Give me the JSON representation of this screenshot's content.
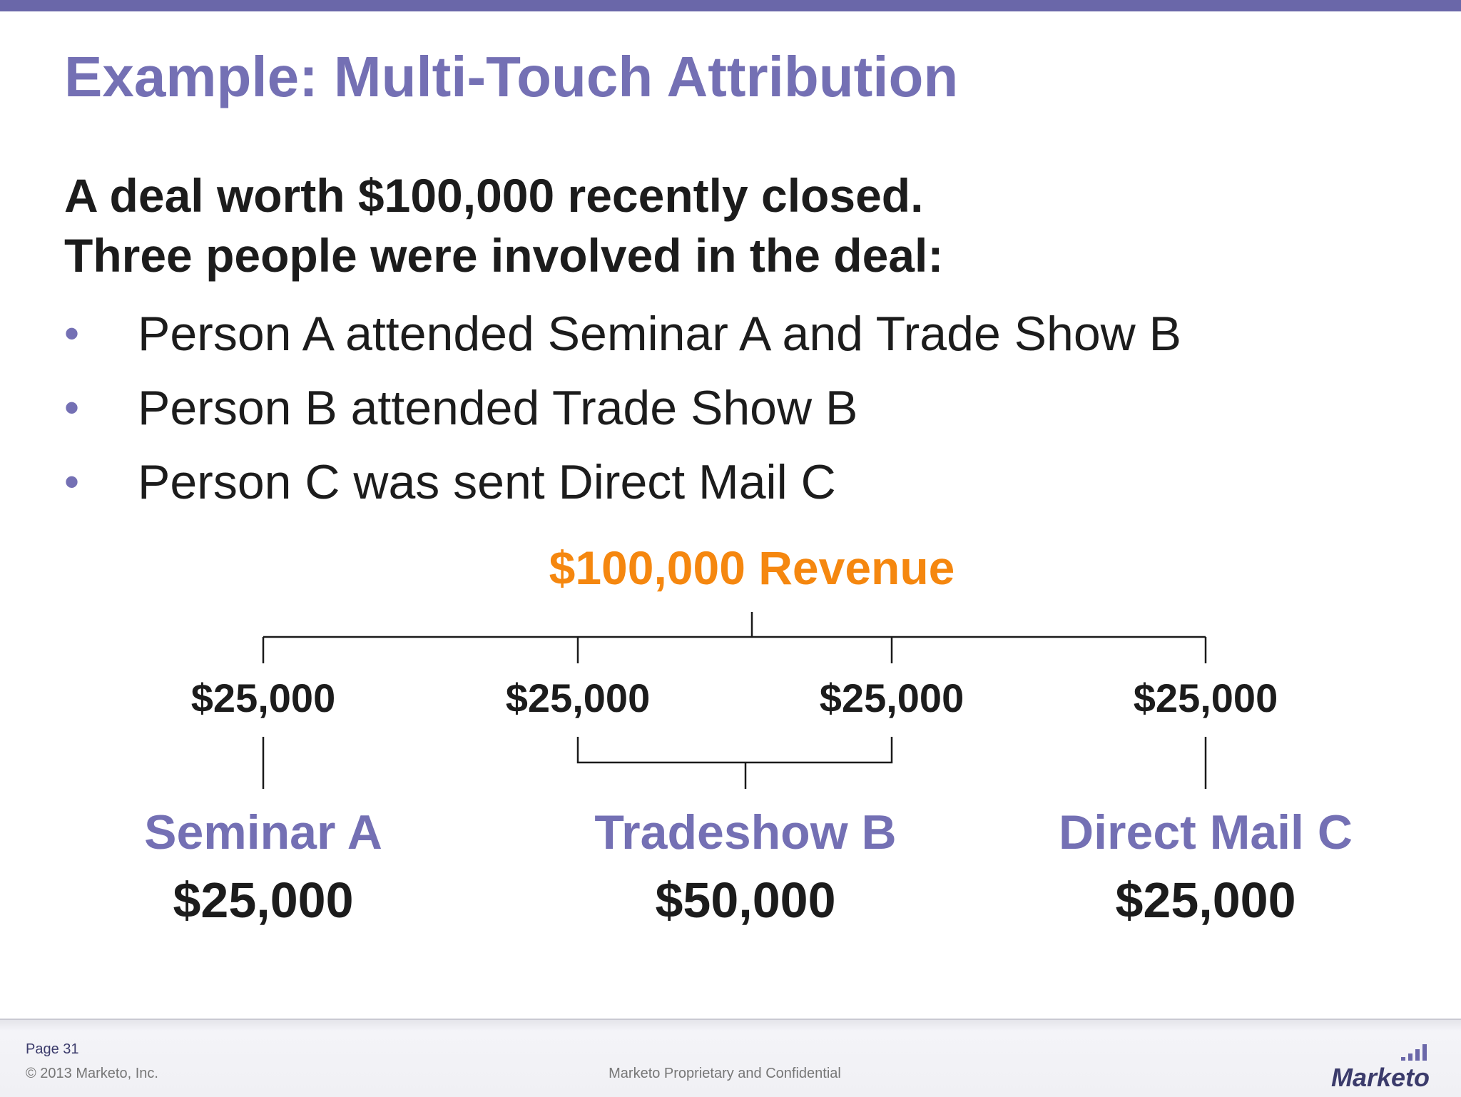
{
  "slide": {
    "title": "Example: Multi-Touch Attribution",
    "intro_line_1": "A deal worth $100,000 recently closed.",
    "intro_line_2": "Three people were involved in the deal:",
    "bullet_symbol": "•",
    "bullets": [
      "Person A attended Seminar A and Trade Show B",
      "Person B attended Trade Show B",
      "Person C was sent Direct Mail C"
    ]
  },
  "diagram": {
    "revenue_label": "$100,000 Revenue",
    "splits": [
      "$25,000",
      "$25,000",
      "$25,000",
      "$25,000"
    ],
    "channels": [
      {
        "name": "Seminar A",
        "value": "$25,000"
      },
      {
        "name": "Tradeshow B",
        "value": "$50,000"
      },
      {
        "name": "Direct Mail C",
        "value": "$25,000"
      }
    ]
  },
  "footer": {
    "page": "Page 31",
    "copyright": "© 2013 Marketo, Inc.",
    "confidential": "Marketo Proprietary and Confidential",
    "logo_text": "Marketo"
  },
  "colors": {
    "accent_purple": "#7470b4",
    "revenue_orange": "#f5870f",
    "top_bar": "#6a67a9"
  }
}
